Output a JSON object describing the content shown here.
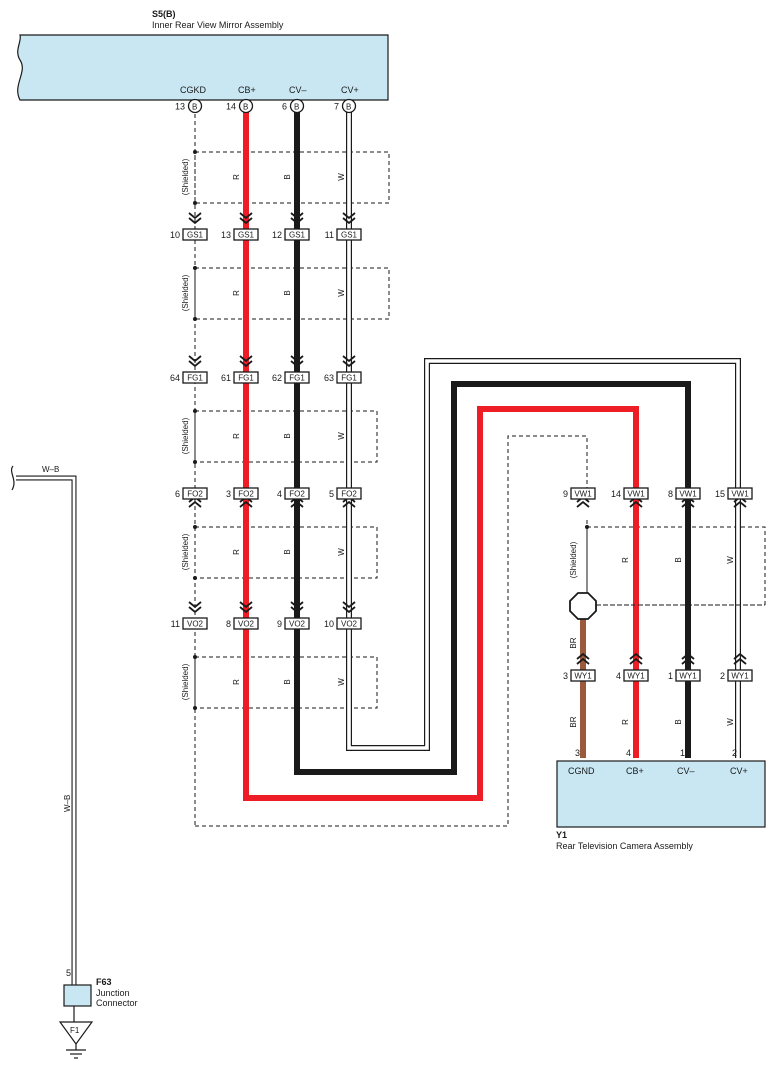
{
  "colors": {
    "assembly_fill": "#c9e7f3",
    "red_wire": "#ee1c25",
    "black_wire": "#1a1a1a",
    "brown_wire": "#9c5a3c",
    "white_wire": "#ffffff",
    "outline": "#1a1a1a"
  },
  "mirror": {
    "code": "S5(B)",
    "name": "Inner Rear View Mirror Assembly",
    "terminals": [
      {
        "pin": "13",
        "label": "CGKD",
        "conn": "B"
      },
      {
        "pin": "14",
        "label": "CB+",
        "conn": "B"
      },
      {
        "pin": "6",
        "label": "CV–",
        "conn": "B"
      },
      {
        "pin": "7",
        "label": "CV+",
        "conn": "B"
      }
    ]
  },
  "camera": {
    "code": "Y1",
    "name": "Rear Television Camera Assembly",
    "terminals": [
      {
        "pin": "3",
        "label": "CGND"
      },
      {
        "pin": "4",
        "label": "CB+"
      },
      {
        "pin": "1",
        "label": "CV–"
      },
      {
        "pin": "2",
        "label": "CV+"
      }
    ]
  },
  "junction": {
    "code": "F63",
    "name_line1": "Junction",
    "name_line2": "Connector",
    "pin": "5",
    "ground": "F1"
  },
  "shielded_label": "(Shielded)",
  "wire_colors": {
    "red": "R",
    "black": "B",
    "white": "W",
    "brown": "BR",
    "white_black": "W–B"
  },
  "left_connectors": [
    {
      "name": "GS1",
      "pins": [
        "10",
        "13",
        "12",
        "11"
      ]
    },
    {
      "name": "FG1",
      "pins": [
        "64",
        "61",
        "62",
        "63"
      ]
    },
    {
      "name": "FO2",
      "pins": [
        "6",
        "3",
        "4",
        "5"
      ]
    },
    {
      "name": "VO2",
      "pins": [
        "11",
        "8",
        "9",
        "10"
      ]
    }
  ],
  "right_connectors": [
    {
      "name": "VW1",
      "pins": [
        "9",
        "14",
        "8",
        "15"
      ]
    },
    {
      "name": "WY1",
      "pins": [
        "3",
        "4",
        "1",
        "2"
      ]
    }
  ]
}
